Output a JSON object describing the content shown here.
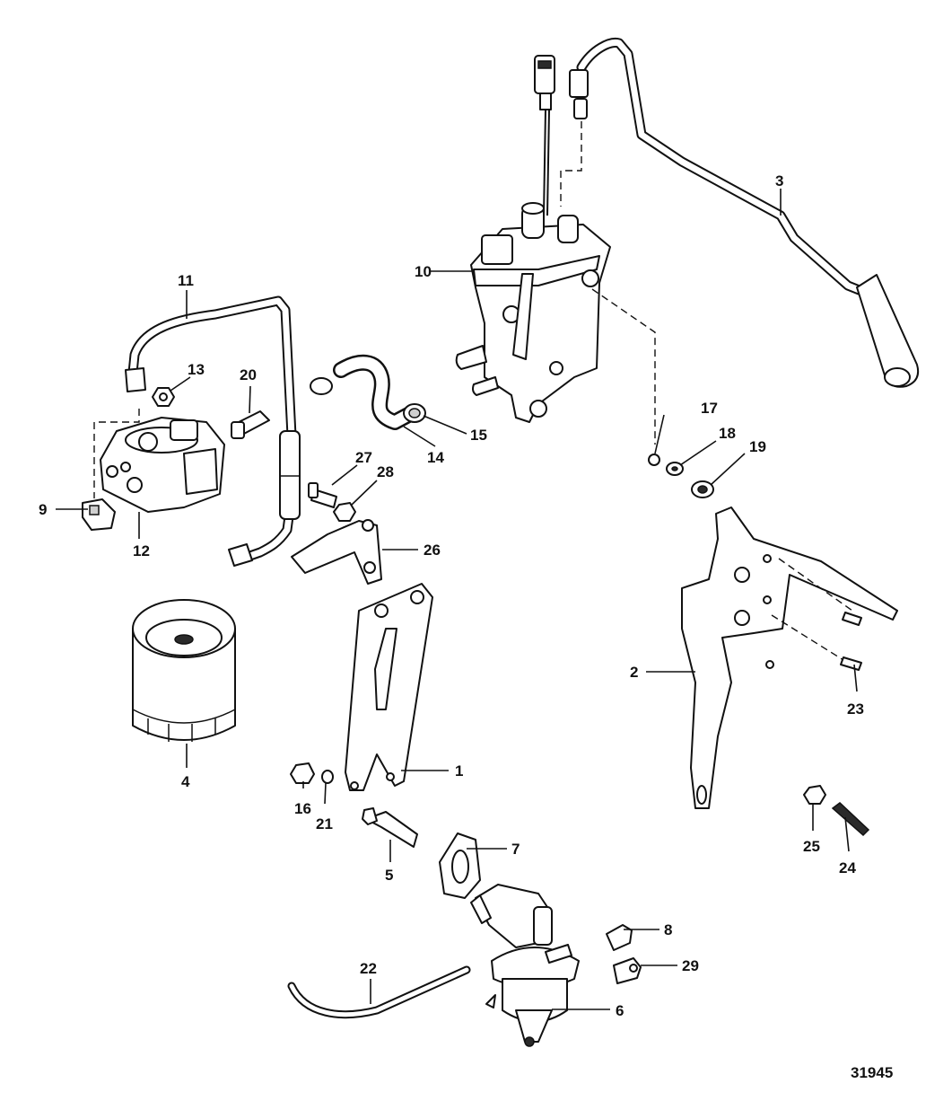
{
  "figure_number": "31945",
  "callouts": {
    "c1": "1",
    "c2": "2",
    "c3": "3",
    "c4": "4",
    "c5": "5",
    "c6": "6",
    "c7": "7",
    "c8": "8",
    "c9": "9",
    "c10": "10",
    "c11": "11",
    "c12": "12",
    "c13": "13",
    "c14": "14",
    "c15": "15",
    "c16": "16",
    "c17": "17",
    "c18": "18",
    "c19": "19",
    "c20": "20",
    "c21": "21",
    "c22": "22",
    "c23": "23",
    "c24": "24",
    "c25": "25",
    "c26": "26",
    "c27": "27",
    "c28": "28",
    "c29": "29"
  }
}
